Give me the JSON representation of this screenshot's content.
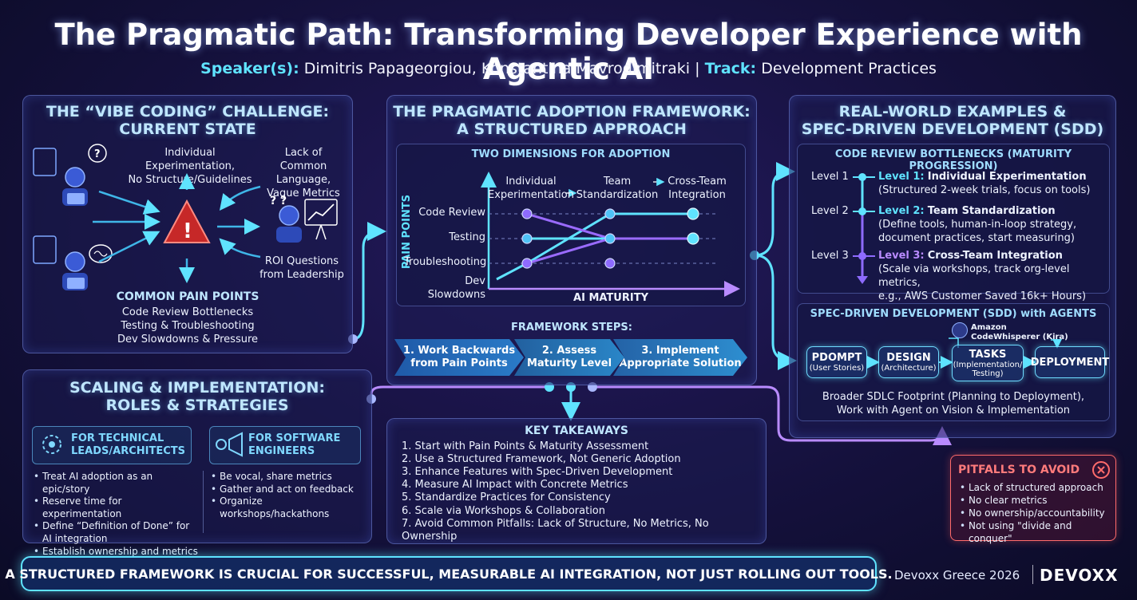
{
  "header": {
    "title": "The Pragmatic Path: Transforming Developer Experience with Agentic AI",
    "speaker_label": "Speaker(s):",
    "speakers": "Dimitris Papageorgiou, Konstantina Mavrodimitraki",
    "separator": "|",
    "track_label": "Track:",
    "track": "Development Practices"
  },
  "vibe": {
    "title_1": "THE “VIBE CODING” CHALLENGE:",
    "title_2": "CURRENT STATE",
    "top_label_1": "Individual Experimentation,",
    "top_label_2": "No Structure/Guidelines",
    "right_label_1": "Lack of Common",
    "right_label_2": "Language,",
    "right_label_3": "Vague Metrics",
    "roi_1": "ROI Questions",
    "roi_2": "from Leadership",
    "pain_title": "COMMON PAIN POINTS",
    "pain_items": [
      "Code Review Bottlenecks",
      "Testing & Troubleshooting",
      "Dev Slowdowns & Pressure"
    ],
    "question_mark": "?",
    "warning": "!"
  },
  "framework": {
    "title_1": "THE PRAGMATIC ADOPTION FRAMEWORK:",
    "title_2": "A STRUCTURED APPROACH",
    "dims_title": "TWO DIMENSIONS FOR ADOPTION",
    "col1_1": "Individual",
    "col1_2": "Experimentation",
    "col2_1": "Team",
    "col2_2": "Standardization",
    "col3_1": "Cross-Team",
    "col3_2": "Integration",
    "y_axis": "PAIN POINTS",
    "x_axis": "AI MATURITY",
    "rows": [
      "Code Review",
      "Testing",
      "Troubleshooting",
      "Dev Slowdowns"
    ],
    "steps_title": "FRAMEWORK STEPS:",
    "step1_1": "1. Work Backwards",
    "step1_2": "from Pain Points",
    "step2_1": "2. Assess",
    "step2_2": "Maturity Level",
    "step3_1": "3. Implement",
    "step3_2": "Appropriate Solution"
  },
  "takeaways": {
    "title": "KEY TAKEAWAYS",
    "items": [
      "1. Start with Pain Points & Maturity Assessment",
      "2. Use a Structured Framework, Not Generic Adoption",
      "3. Enhance Features with Spec-Driven Development",
      "4. Measure AI Impact with Concrete Metrics",
      "5. Standardize Practices for Consistency",
      "6. Scale via Workshops & Collaboration",
      "7. Avoid Common Pitfalls: Lack of Structure, No Metrics, No Ownership"
    ]
  },
  "scaling": {
    "title_1": "SCALING & IMPLEMENTATION:",
    "title_2": "ROLES & STRATEGIES",
    "tech_1": "FOR TECHNICAL",
    "tech_2": "LEADS/ARCHITECTS",
    "tech_items": [
      "Treat AI adoption as an epic/story",
      "Reserve time for experimentation",
      "Define “Definition of Done” for AI integration",
      "Establish ownership and metrics"
    ],
    "sw_1": "FOR SOFTWARE",
    "sw_2": "ENGINEERS",
    "sw_items": [
      "Be vocal, share metrics",
      "Gather and act on feedback",
      "Organize workshops/hackathons"
    ]
  },
  "examples": {
    "title_1": "REAL-WORLD EXAMPLES &",
    "title_2": "SPEC-DRIVEN DEVELOPMENT (SDD)",
    "review_title": "CODE REVIEW BOTTLENECKS (MATURITY PROGRESSION)",
    "levels": [
      {
        "tag": "Level 1",
        "name": "Level 1:",
        "bold": "Individual Experimentation",
        "l1": "(Structured 2-week trials, focus on tools)",
        "l2": ""
      },
      {
        "tag": "Level 2",
        "name": "Level 2:",
        "bold": "Team Standardization",
        "l1": "(Define tools, human-in-loop strategy,",
        "l2": "document practices, start measuring)"
      },
      {
        "tag": "Level 3",
        "name": "Level 3:",
        "bold": "Cross-Team Integration",
        "l1": "(Scale via workshops, track org-level metrics,",
        "l2": "e.g., AWS Customer Saved 16k+ Hours)"
      }
    ],
    "sdd_title": "SPEC-DRIVEN DEVELOPMENT (SDD) with AGENTS",
    "agent_1": "Amazon",
    "agent_2": "CodeWhisperer (Kira)",
    "boxes": [
      {
        "title": "PDOMPT",
        "sub": "(User Stories)"
      },
      {
        "title": "DESIGN",
        "sub": "(Architecture)"
      },
      {
        "title": "TASKS",
        "sub": "(Implementation/",
        "sub2": "Testing)"
      },
      {
        "title": "DEPLOYMENT",
        "sub": ""
      }
    ],
    "footer_1": "Broader SDLC Footprint (Planning to Deployment),",
    "footer_2": "Work with Agent on Vision & Implementation"
  },
  "pitfalls": {
    "title": "PITFALLS TO AVOID",
    "items": [
      "Lack of structured approach",
      "No clear metrics",
      "No ownership/accountability",
      "Not using \"divide and conquer\""
    ]
  },
  "banner": "A STRUCTURED FRAMEWORK IS CRUCIAL FOR SUCCESSFUL, MEASURABLE AI INTEGRATION, NOT JUST ROLLING OUT TOOLS.",
  "footer": {
    "event": "Devoxx Greece 2026",
    "logo": "DEVOXX"
  },
  "colors": {
    "accent": "#5fe3ff",
    "purple": "#9b6bff",
    "warning": "#e53935",
    "pitfall": "#ff6b6b"
  }
}
